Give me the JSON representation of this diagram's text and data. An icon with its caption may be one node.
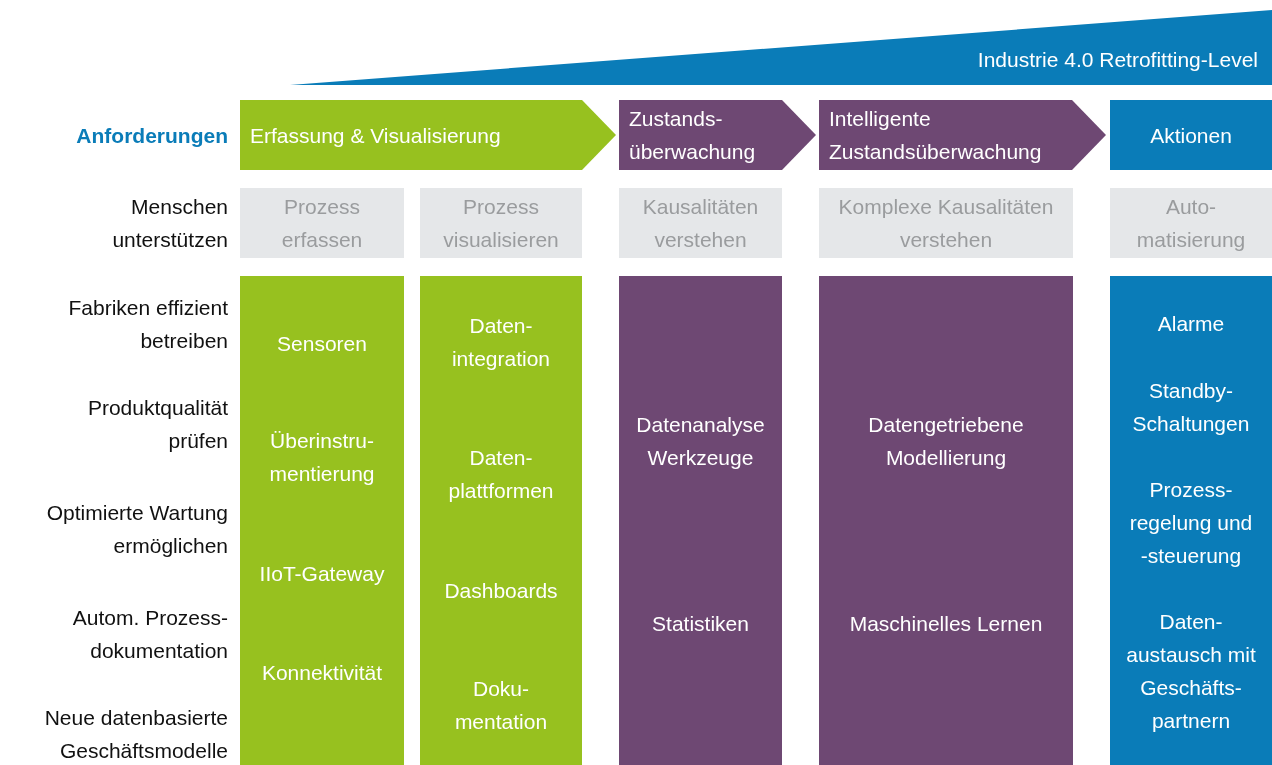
{
  "diagram": {
    "nodes": [
      {
        "text": [
          "Industrie 4.0 Retrofitting-Level"
        ]
      },
      {
        "text": [
          "Erfassung & Visualisierung"
        ]
      },
      {
        "text": [
          "Zustands- überwachung"
        ]
      },
      {
        "text": [
          "Intelligente Zustandsüberwachung"
        ]
      },
      {
        "text": [
          "Aktionen"
        ]
      },
      {
        "text": [
          "Prozess erfassen"
        ]
      },
      {
        "text": [
          "Prozess visualisieren"
        ]
      },
      {
        "text": [
          "Kausalitäten verstehen"
        ]
      },
      {
        "text": [
          "Komplexe Kausalitäten verstehen"
        ]
      },
      {
        "text": [
          "Auto- matisierung"
        ]
      },
      {
        "text": [
          "Sensoren",
          "Überinstru- mentierung",
          "IIoT-Gateway",
          "Konnektivität"
        ]
      },
      {
        "text": [
          "Daten- integration",
          "Daten- plattformen",
          "Dashboards",
          "Doku- mentation"
        ]
      },
      {
        "text": [
          "Datenanalyse Werkzeuge",
          "Statistiken"
        ]
      },
      {
        "text": [
          "Datengetriebene Modellierung",
          "Maschinelles Lernen"
        ]
      },
      {
        "text": [
          "Alarme",
          "Standby- Schaltungen",
          "Prozess- regelung und -steuerung",
          "Daten- austausch mit Geschäfts- partnern"
        ]
      }
    ],
    "labels": [
      "Anforderungen",
      "Menschen unterstützen",
      "Fabriken effizient betreiben",
      "Produktqualität prüfen",
      "Optimierte Wartung ermöglichen",
      "Autom. Prozess- dokumentation",
      "Neue datenbasierte Geschäftsmodelle"
    ]
  }
}
